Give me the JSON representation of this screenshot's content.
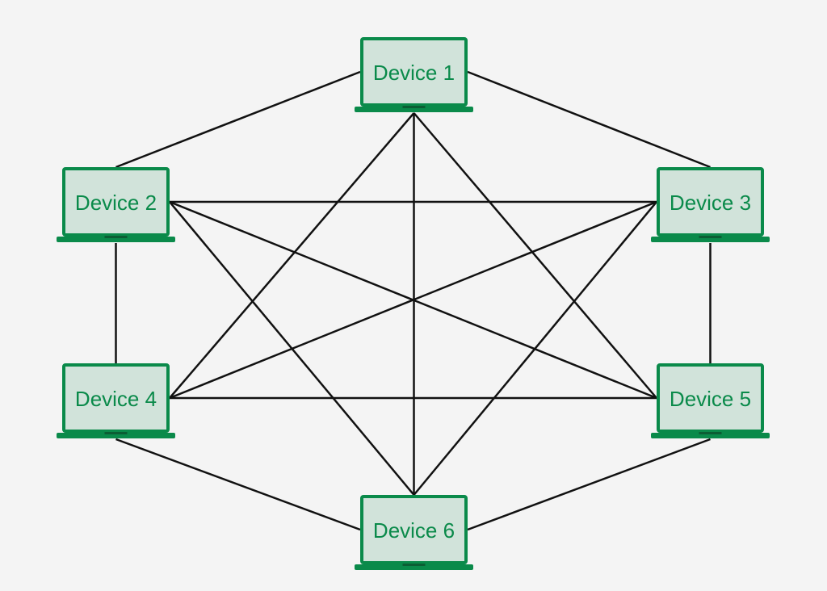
{
  "diagram": {
    "colors": {
      "background": "#f4f4f4",
      "device_frame": "#0a8a4a",
      "device_screen": "#d1e3da",
      "device_label": "#0a8a4a",
      "connection": "#111111"
    },
    "devices": [
      {
        "id": "d1",
        "label": "Device 1"
      },
      {
        "id": "d2",
        "label": "Device 2"
      },
      {
        "id": "d3",
        "label": "Device 3"
      },
      {
        "id": "d4",
        "label": "Device 4"
      },
      {
        "id": "d5",
        "label": "Device 5"
      },
      {
        "id": "d6",
        "label": "Device 6"
      }
    ],
    "connections": [
      [
        "d1",
        "d2"
      ],
      [
        "d1",
        "d3"
      ],
      [
        "d1",
        "d4"
      ],
      [
        "d1",
        "d5"
      ],
      [
        "d1",
        "d6"
      ],
      [
        "d2",
        "d3"
      ],
      [
        "d2",
        "d4"
      ],
      [
        "d2",
        "d5"
      ],
      [
        "d2",
        "d6"
      ],
      [
        "d3",
        "d4"
      ],
      [
        "d3",
        "d5"
      ],
      [
        "d3",
        "d6"
      ],
      [
        "d4",
        "d5"
      ],
      [
        "d4",
        "d6"
      ],
      [
        "d5",
        "d6"
      ]
    ]
  }
}
